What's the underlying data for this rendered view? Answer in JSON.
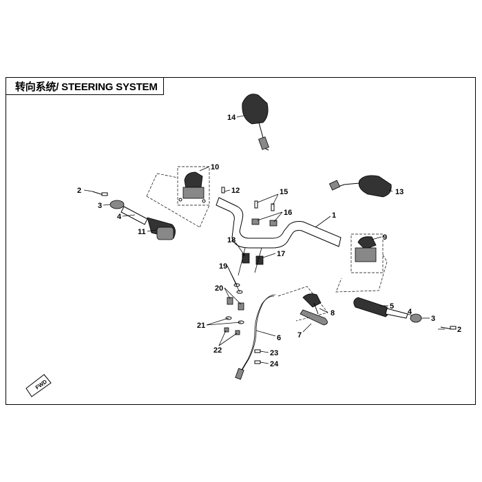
{
  "title": "转向系统/ STEERING SYSTEM",
  "callouts": {
    "c1": "1",
    "c2a": "2",
    "c2b": "2",
    "c3a": "3",
    "c3b": "3",
    "c4a": "4",
    "c4b": "4",
    "c5": "5",
    "c6": "6",
    "c7": "7",
    "c8": "8",
    "c9": "9",
    "c10": "10",
    "c11": "11",
    "c12": "12",
    "c13": "13",
    "c14": "14",
    "c15": "15",
    "c16": "16",
    "c17": "17",
    "c18": "18",
    "c19": "19",
    "c20": "20",
    "c21": "21",
    "c22": "22",
    "c23": "23",
    "c24": "24"
  },
  "direction_marker": "FWD",
  "colors": {
    "line": "#000000",
    "dark_part": "#333333",
    "mid_part": "#888888"
  }
}
